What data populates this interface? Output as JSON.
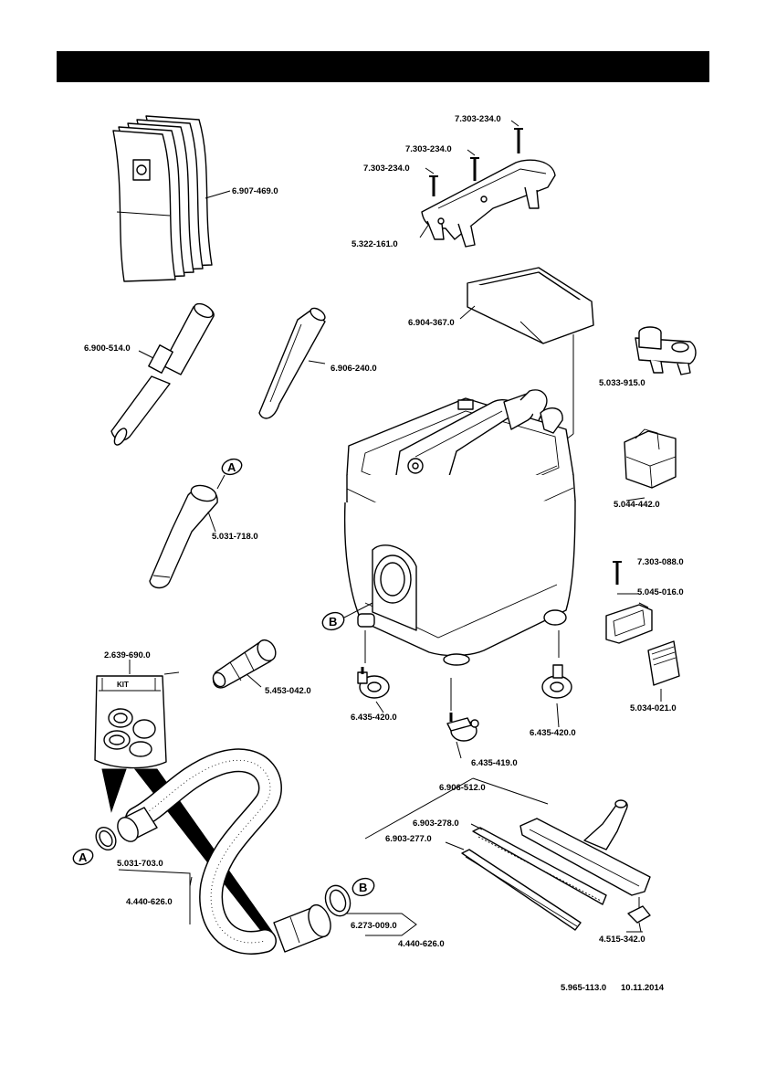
{
  "header_bar": {
    "color": "#000000"
  },
  "labels": {
    "bags": "6.907-469.0",
    "screw_1": "7.303-234.0",
    "screw_2": "7.303-234.0",
    "screw_3": "7.303-234.0",
    "handle": "5.322-161.0",
    "filter": "6.904-367.0",
    "extension_tube": "6.900-514.0",
    "crevice_nozzle": "6.906-240.0",
    "holder_top": "5.033-915.0",
    "elbow": "5.031-718.0",
    "holder_side": "5.044-442.0",
    "screw_side": "7.303-088.0",
    "clip": "5.045-016.0",
    "kit": "2.639-690.0",
    "kit_text": "KIT",
    "adapter": "5.453-042.0",
    "castor_left": "6.435-420.0",
    "castor_right": "6.435-420.0",
    "castor_brake": "6.435-419.0",
    "cover": "5.034-021.0",
    "floor_nozzle": "6.906-512.0",
    "strip_brush": "6.903-278.0",
    "strip_rubber": "6.903-277.0",
    "hose_connector_a": "5.031-703.0",
    "hose": "4.440-626.0",
    "ring_b": "6.273-009.0",
    "hose_b": "4.440-626.0",
    "nozzle_joint": "4.515-342.0"
  },
  "markers": {
    "a": "A",
    "b": "B"
  },
  "footer": {
    "doc_number": "5.965-113.0",
    "date": "10.11.2014"
  }
}
